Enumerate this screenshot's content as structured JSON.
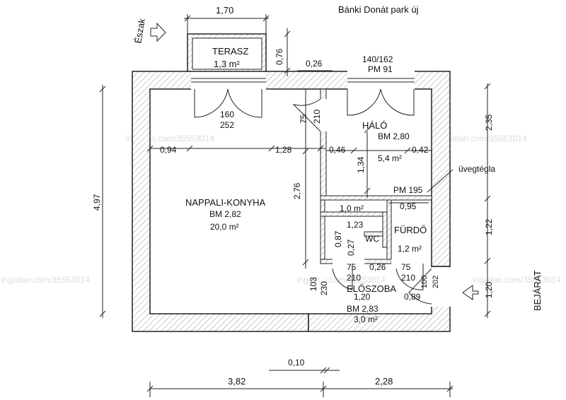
{
  "title": "Bánki Donát park új",
  "north_label": "Észak",
  "entrance_label": "BEJÁRAT",
  "watermark": "ingatlan.com/35553014",
  "rooms": {
    "terasz": {
      "name": "TERASZ",
      "area": "1,3 m²"
    },
    "nappali": {
      "name": "NAPPALI-KONYHA",
      "height": "BM 2,82",
      "area": "20,0 m²"
    },
    "halo": {
      "name": "HÁLÓ",
      "height": "BM 2,80",
      "area": "5,4 m²"
    },
    "furdo": {
      "name": "FÜRDŐ",
      "area": "1,2 m²"
    },
    "wc": {
      "name": "WC",
      "area": "1,0 m²"
    },
    "eloszoba": {
      "name": "ELŐSZOBA",
      "height": "BM 2,83",
      "area": "3,0 m²"
    }
  },
  "labels": {
    "uvegtegla": "üvegtégla",
    "pm195": "PM 195",
    "window_top": "140/162",
    "pm91": "PM 91",
    "door_terasz_w": "160",
    "door_terasz_h": "252",
    "door_halo_w": "75",
    "door_halo_h": "210",
    "door_wc_w": "75",
    "door_wc_h": "210",
    "door_furdo_w": "75",
    "door_furdo_h": "210",
    "door_ent_w": "100",
    "door_ent_h": "202",
    "opening_w": "103",
    "opening_h": "230"
  },
  "dims": {
    "d170": "1,70",
    "d076": "0,76",
    "d026a": "0,26",
    "d094": "0,94",
    "d128": "1,28",
    "d046": "0,46",
    "d042": "0,42",
    "d134": "1,34",
    "d276": "2,76",
    "d497": "4,97",
    "d235": "2,35",
    "d122": "1,22",
    "d120": "1,20",
    "d095": "0,95",
    "d123": "1,23",
    "d087": "0,87",
    "d027": "0,27",
    "d026b": "0,26",
    "d120b": "1,20",
    "d089": "0,89",
    "d010": "0,10",
    "d382": "3,82",
    "d228": "2,28"
  }
}
